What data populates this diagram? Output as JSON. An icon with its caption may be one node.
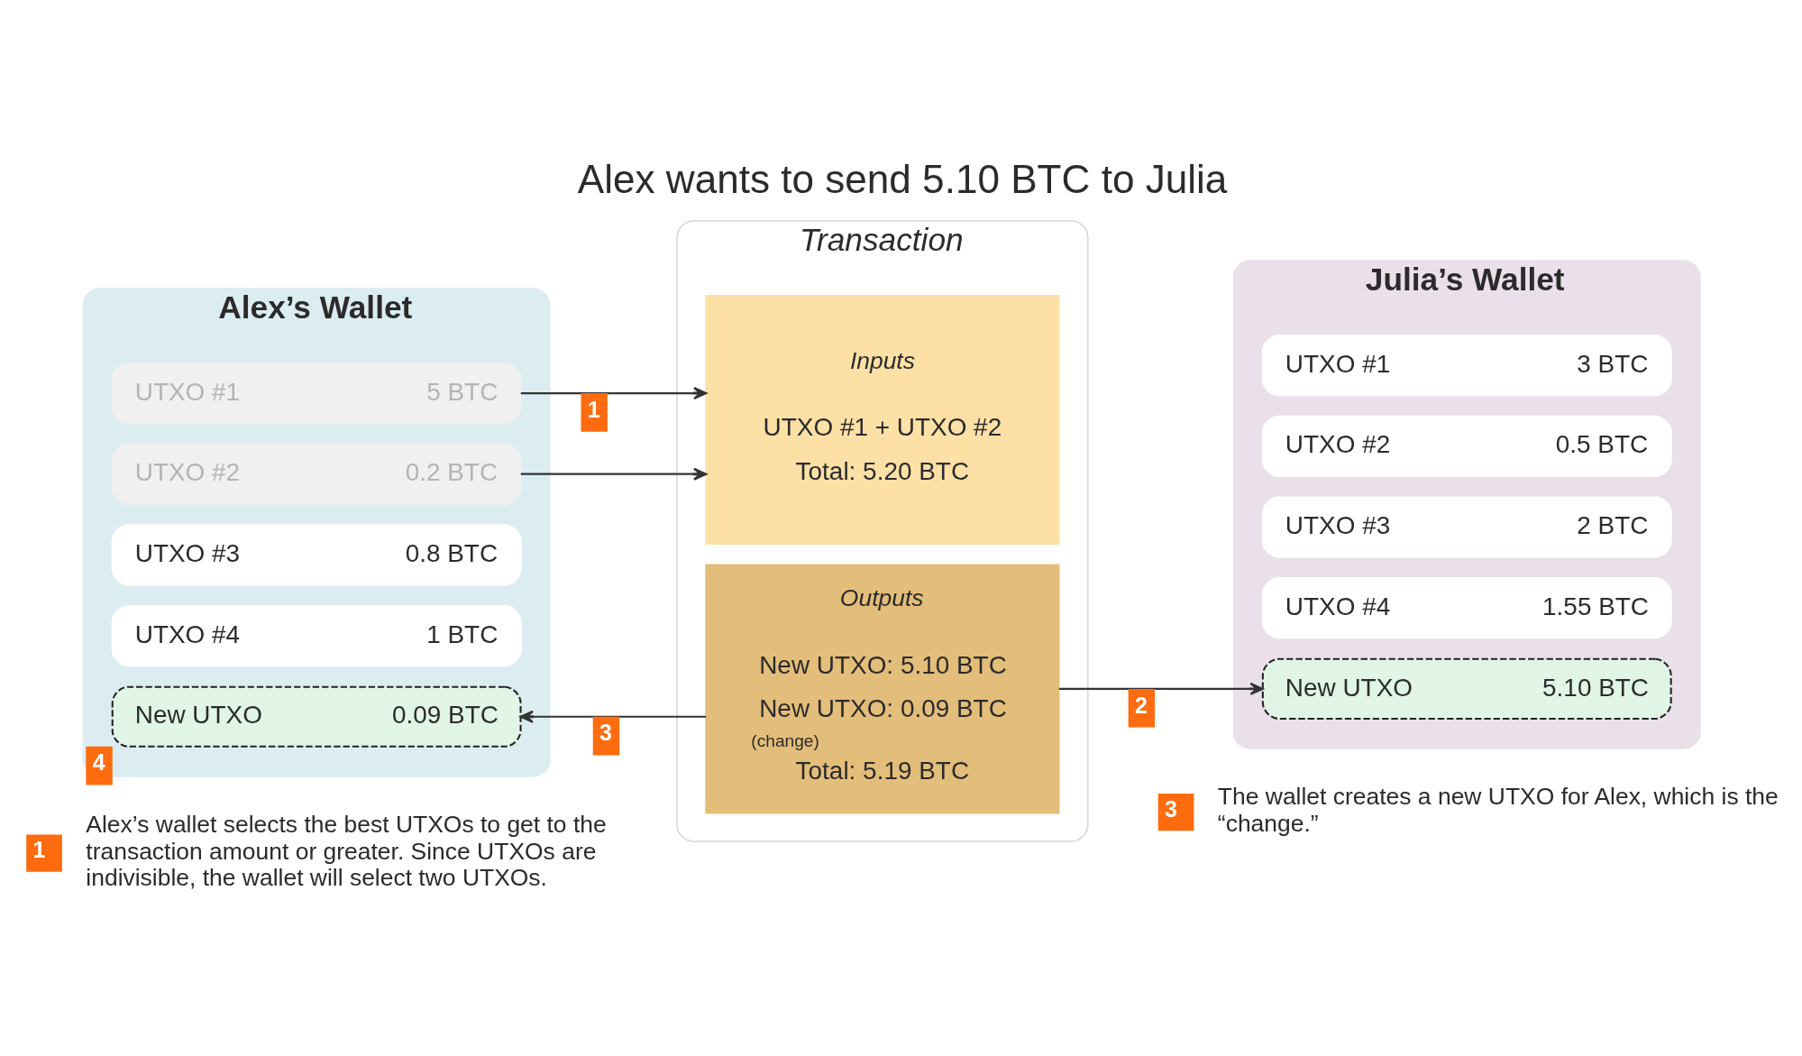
{
  "diagram": {
    "title": "Alex wants to send 5.10 BTC to Julia",
    "nodes": [
      {
        "text": [
          "Alex’s Wallet"
        ]
      },
      {
        "text": [
          "UTXO #1",
          "5 BTC"
        ],
        "in": 0
      },
      {
        "text": [
          "UTXO #2",
          "0.2 BTC"
        ],
        "in": 0
      },
      {
        "text": [
          "UTXO #3",
          "0.8 BTC"
        ],
        "in": 0
      },
      {
        "text": [
          "UTXO #4",
          "1 BTC"
        ],
        "in": 0
      },
      {
        "text": [
          "New UTXO",
          "0.09 BTC"
        ],
        "in": 0,
        "beside": [
          "4"
        ]
      },
      {
        "text": [
          "Transaction"
        ]
      },
      {
        "text": [
          "Inputs",
          "UTXO #1 + UTXO #2",
          "Total: 5.20 BTC"
        ],
        "in": 6
      },
      {
        "text": [
          "Outputs",
          "New UTXO: 5.10 BTC",
          "New UTXO: 0.09 BTC",
          "(change)",
          "Total: 5.19 BTC"
        ],
        "in": 6
      },
      {
        "text": [
          "Julia’s Wallet"
        ]
      },
      {
        "text": [
          "UTXO #1",
          "3 BTC"
        ],
        "in": 9
      },
      {
        "text": [
          "UTXO #2",
          "0.5 BTC"
        ],
        "in": 9
      },
      {
        "text": [
          "UTXO #3",
          "2 BTC"
        ],
        "in": 9
      },
      {
        "text": [
          "UTXO #4",
          "1.55 BTC"
        ],
        "in": 9
      },
      {
        "text": [
          "New UTXO",
          "5.10 BTC"
        ],
        "in": 9
      }
    ],
    "edges": [
      {
        "from": 1,
        "to": 7,
        "arrow": "to",
        "label": "1"
      },
      {
        "from": 2,
        "to": 7,
        "arrow": "to"
      },
      {
        "from": 8,
        "to": 5,
        "arrow": "to",
        "label": "3"
      },
      {
        "from": 8,
        "to": 14,
        "arrow": "to",
        "label": "2"
      }
    ],
    "labels": [
      "1",
      "Alex’s wallet selects the best UTXOs to get to the transaction amount or greater. Since UTXOs are indivisible, the wallet will select two UTXOs.",
      "3",
      "The wallet creates a new UTXO for Alex, which is the “change.”"
    ]
  }
}
